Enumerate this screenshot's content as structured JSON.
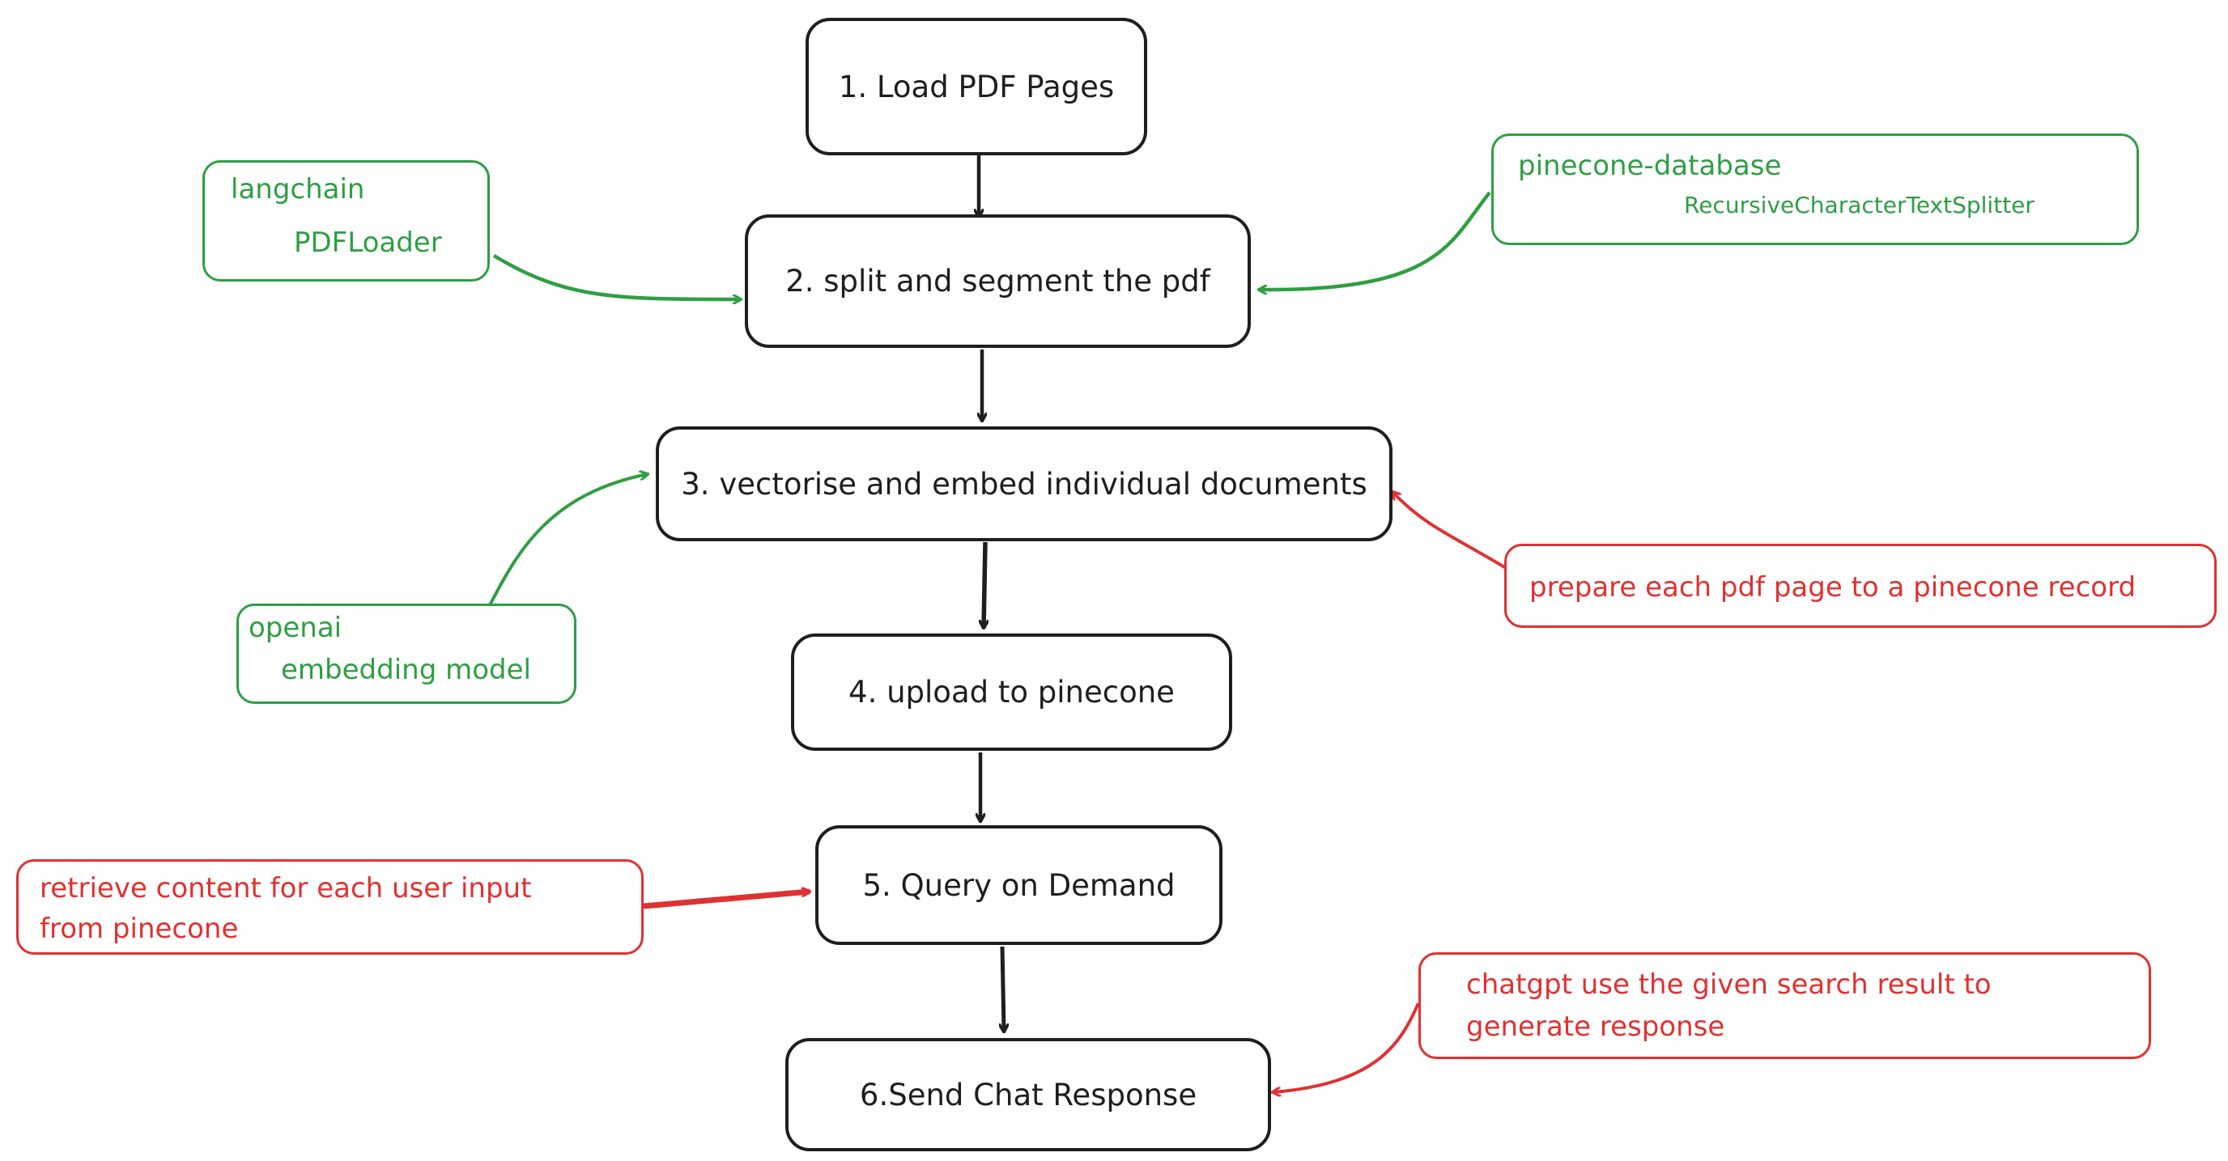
{
  "colors": {
    "main": "#1e1e1e",
    "green": "#2f9e44",
    "red": "#e03131"
  },
  "steps": [
    "1. Load PDF Pages",
    "2. split and segment the pdf",
    "3. vectorise and embed individual documents",
    "4. upload to pinecone",
    "5. Query on Demand",
    "6.Send Chat Response"
  ],
  "notes": {
    "langchain": [
      "langchain",
      "PDFLoader"
    ],
    "pinecone": [
      "pinecone-database",
      "RecursiveCharacterTextSplitter"
    ],
    "openai": [
      "openai",
      "embedding model"
    ],
    "prepare": [
      "prepare each pdf page to a pinecone record"
    ],
    "retrieve": [
      "retrieve content for each user input",
      "from pinecone"
    ],
    "chatgpt": [
      "chatgpt use the given search result to",
      "generate response"
    ]
  }
}
